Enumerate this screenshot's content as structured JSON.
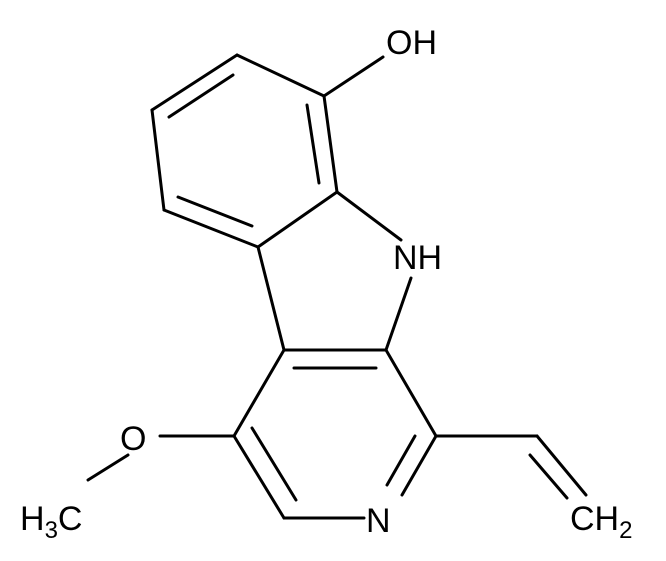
{
  "molecule": {
    "atoms": {
      "hydroxyl": "OH",
      "indole_nh": "NH",
      "pyridine_n": "N",
      "methoxy_o": "O",
      "methyl": {
        "main": "H",
        "sub": "3",
        "tail": "C"
      },
      "vinyl_ch2": {
        "main": "CH",
        "sub": "2"
      }
    },
    "colors": {
      "bond": "#000000",
      "text": "#000000",
      "background": "#ffffff"
    }
  }
}
